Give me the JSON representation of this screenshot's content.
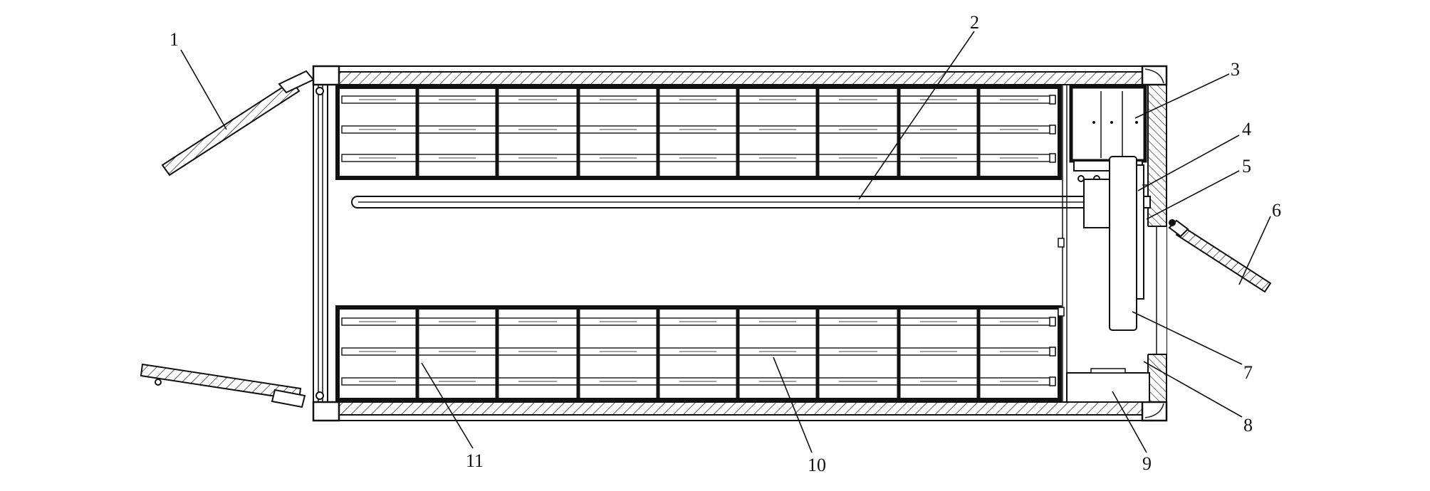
{
  "diagram": {
    "callouts": [
      {
        "id": "1",
        "label": "1"
      },
      {
        "id": "2",
        "label": "2"
      },
      {
        "id": "3",
        "label": "3"
      },
      {
        "id": "4",
        "label": "4"
      },
      {
        "id": "5",
        "label": "5"
      },
      {
        "id": "6",
        "label": "6"
      },
      {
        "id": "7",
        "label": "7"
      },
      {
        "id": "8",
        "label": "8"
      },
      {
        "id": "9",
        "label": "9"
      },
      {
        "id": "10",
        "label": "10"
      },
      {
        "id": "11",
        "label": "11"
      }
    ],
    "colors": {
      "line": "#111111",
      "background": "#ffffff",
      "hatch": "#333333"
    }
  }
}
